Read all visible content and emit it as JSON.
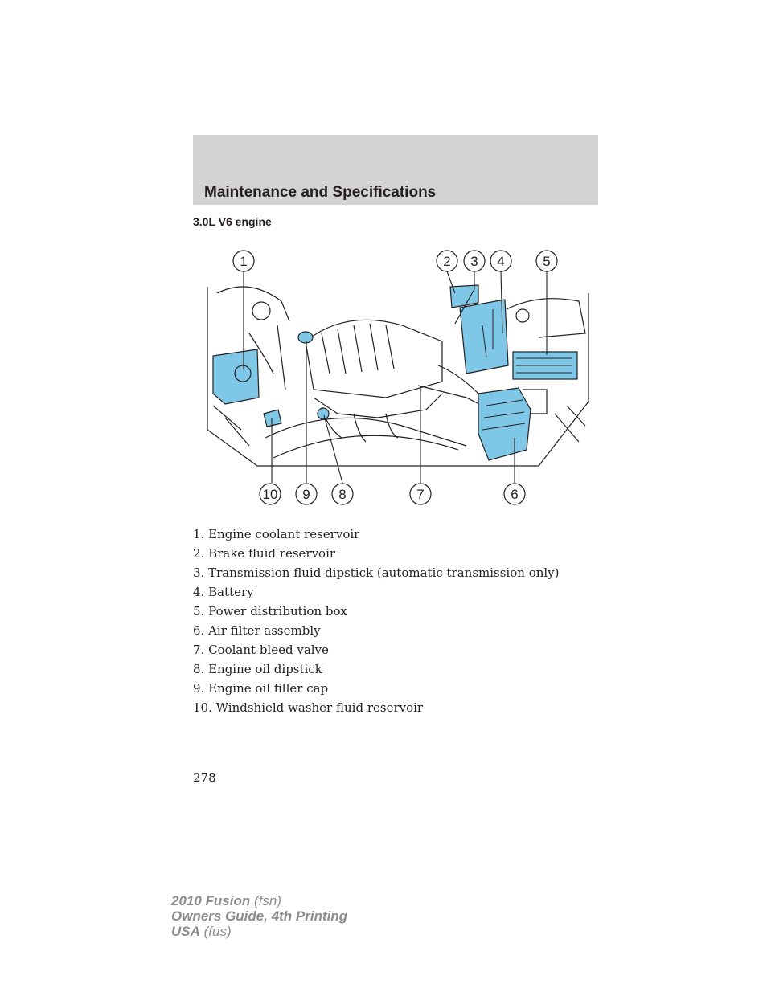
{
  "header": {
    "section_title": "Maintenance and Specifications"
  },
  "subheading": "3.0L V6 engine",
  "figure": {
    "callouts": [
      "1",
      "2",
      "3",
      "4",
      "5",
      "10",
      "9",
      "8",
      "7",
      "6"
    ],
    "colors": {
      "highlight": "#7fc7e6",
      "line": "#231f20"
    }
  },
  "legend": [
    "1. Engine coolant reservoir",
    "2. Brake fluid reservoir",
    "3. Transmission fluid dipstick (automatic transmission only)",
    "4. Battery",
    "5. Power distribution box",
    "6. Air filter assembly",
    "7. Coolant bleed valve",
    "8. Engine oil dipstick",
    "9. Engine oil filler cap",
    "10. Windshield washer fluid reservoir"
  ],
  "page_number": "278",
  "footer": {
    "model": "2010 Fusion",
    "model_code": "(fsn)",
    "guide": "Owners Guide, 4th Printing",
    "market": "USA",
    "market_code": "(fus)"
  }
}
